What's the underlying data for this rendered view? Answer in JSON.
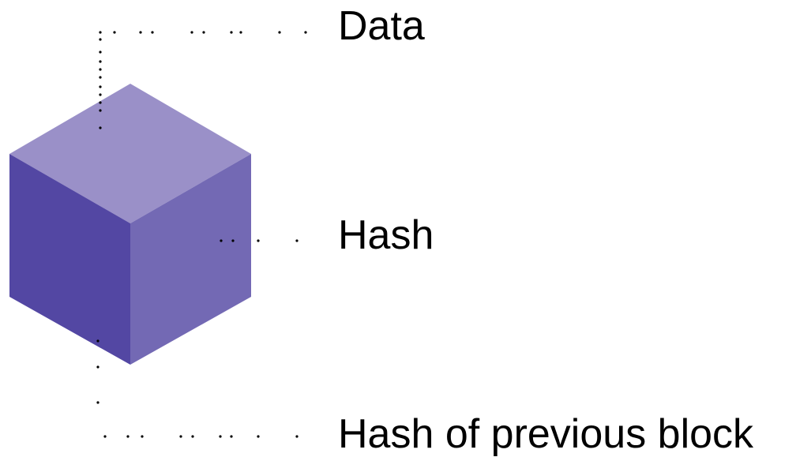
{
  "labels": {
    "data": "Data",
    "hash": "Hash",
    "previous_hash": "Hash of previous block"
  },
  "colors": {
    "cube_top": "#9a90c8",
    "cube_left": "#5347a3",
    "cube_right": "#7369b4",
    "dots": "#000000",
    "text": "#000000"
  }
}
